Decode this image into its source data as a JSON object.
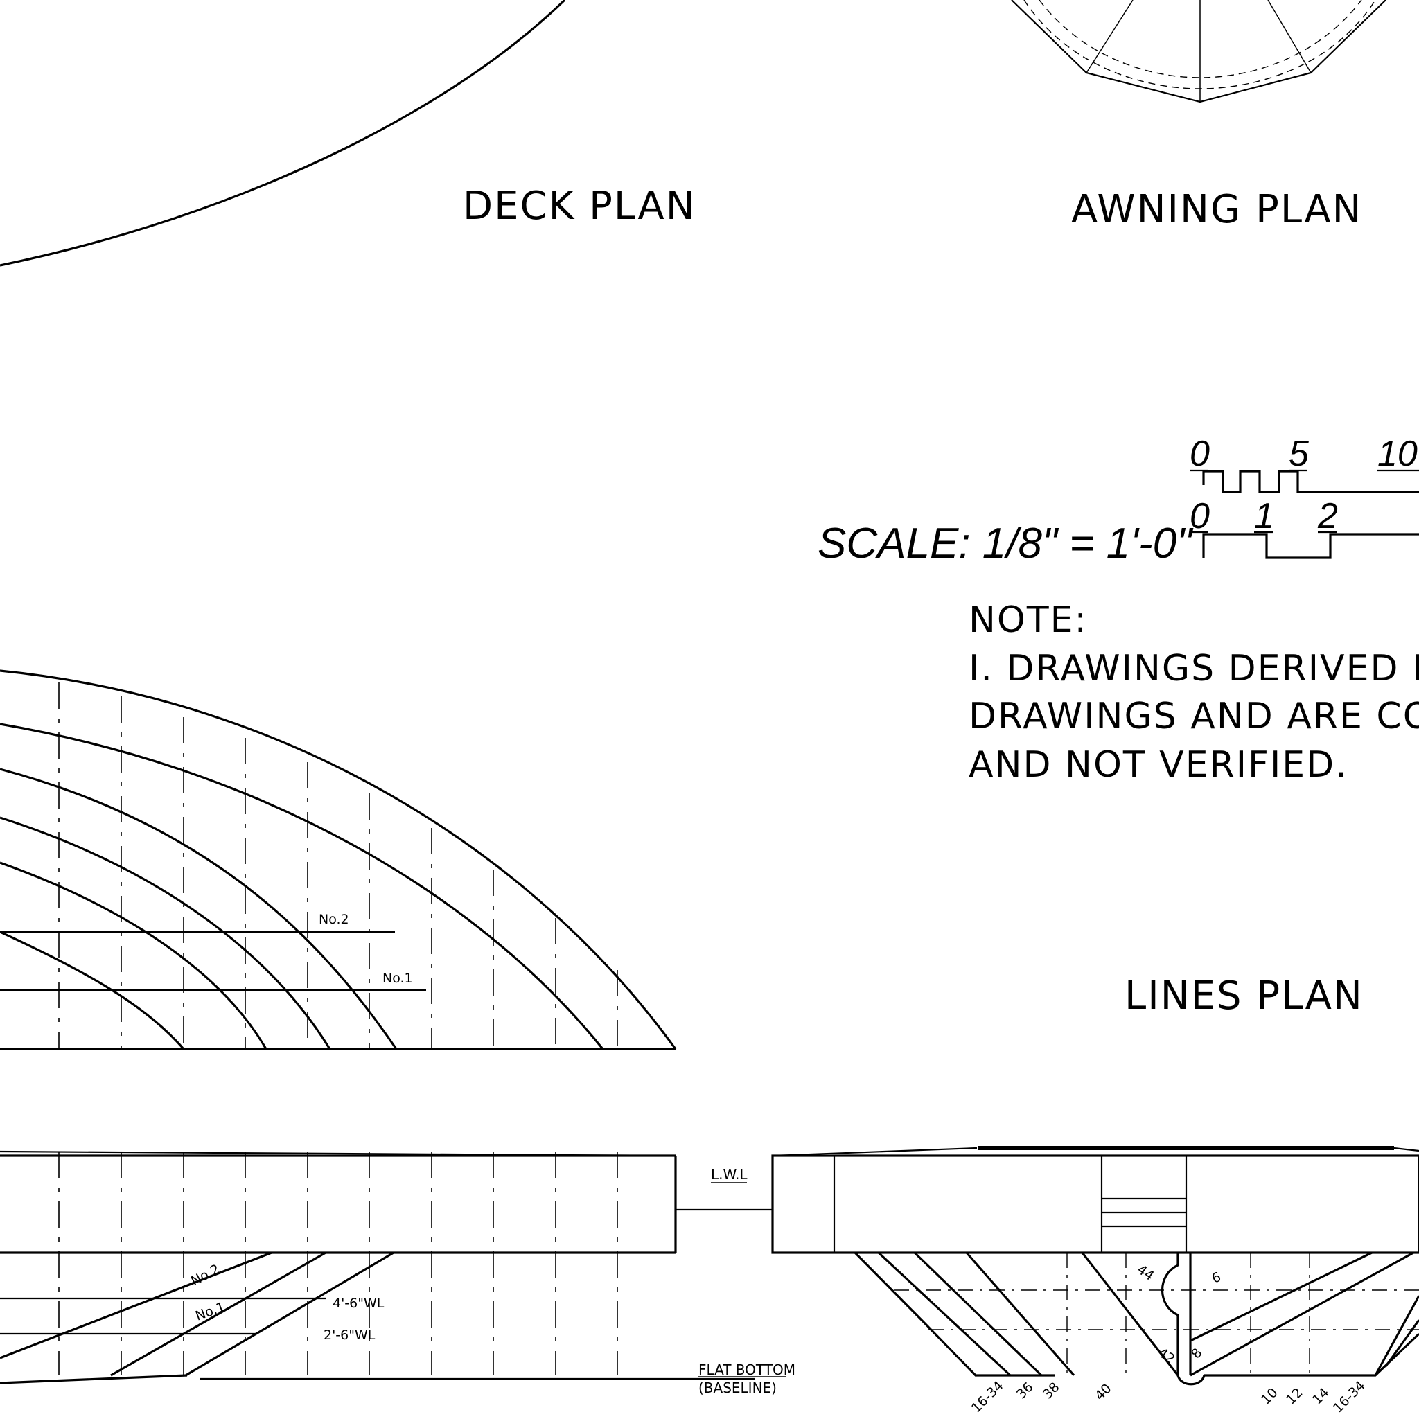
{
  "titles": {
    "deck_plan": "DECK PLAN",
    "awning_plan": "AWNING PLAN",
    "lines_plan": "LINES PLAN"
  },
  "scale": {
    "label": "SCALE: 1/8\" = 1'-0\"",
    "upper_ticks": [
      "0",
      "5",
      "10"
    ],
    "lower_ticks": [
      "0",
      "1",
      "2"
    ]
  },
  "note": {
    "heading": "NOTE:",
    "lines": [
      "I. DRAWINGS DERIVED I",
      "DRAWINGS AND ARE CO",
      "AND NOT VERIFIED."
    ]
  },
  "labels": {
    "half_breadth_no2": "No.2",
    "half_breadth_no1": "No.1",
    "profile_no2": "No.2",
    "profile_no1": "No.1",
    "wl_4_6": "4'-6\"WL",
    "wl_2_6": "2'-6\"WL",
    "lwl": "L.W.L",
    "flat_bottom": "FLAT BOTTOM",
    "baseline": "(BASELINE)"
  },
  "body_plan_stations": {
    "top_aft": [
      "44",
      "42"
    ],
    "top_fwd": [
      "6",
      "8"
    ],
    "bottom_aft": [
      "16-34",
      "36",
      "38",
      "40"
    ],
    "bottom_fwd": [
      "10",
      "12",
      "14",
      "16-34"
    ]
  }
}
